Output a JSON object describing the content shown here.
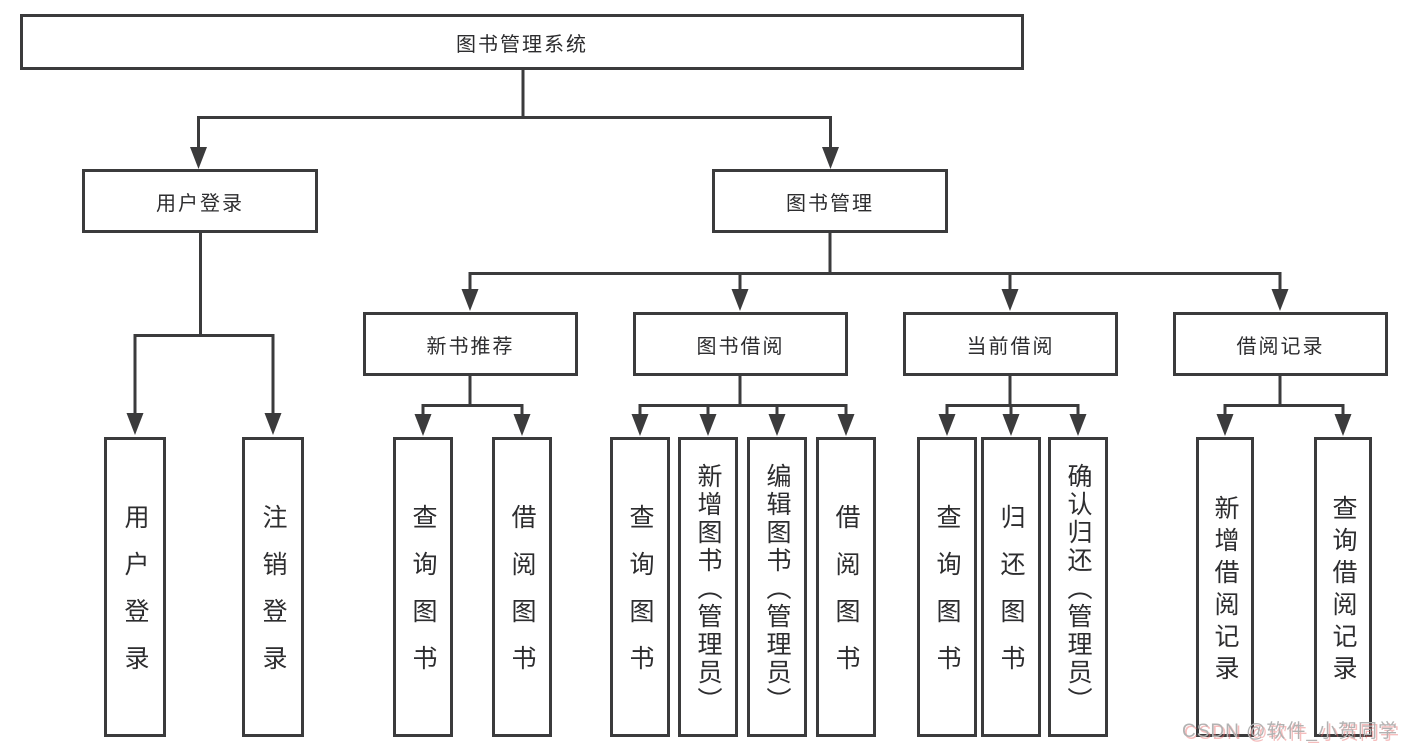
{
  "colors": {
    "background": "#ffffff",
    "line": "#3b3b3c",
    "text": "#2d2d2f",
    "box_background": "#ffffff",
    "watermark": "#b2b2b2"
  },
  "diagram": {
    "root": {
      "label": "图书管理系统"
    },
    "level2": [
      {
        "label": "用户登录"
      },
      {
        "label": "图书管理"
      }
    ],
    "level3": [
      {
        "label": "新书推荐",
        "parent": "图书管理"
      },
      {
        "label": "图书借阅",
        "parent": "图书管理"
      },
      {
        "label": "当前借阅",
        "parent": "图书管理"
      },
      {
        "label": "借阅记录",
        "parent": "图书管理"
      }
    ],
    "leaves": [
      {
        "label": "用户登录",
        "parent": "用户登录"
      },
      {
        "label": "注销登录",
        "parent": "用户登录"
      },
      {
        "label": "查询图书",
        "parent": "新书推荐"
      },
      {
        "label": "借阅图书",
        "parent": "新书推荐"
      },
      {
        "label": "查询图书",
        "parent": "图书借阅"
      },
      {
        "label": "新增图书（管理员）",
        "parent": "图书借阅"
      },
      {
        "label": "编辑图书（管理员）",
        "parent": "图书借阅"
      },
      {
        "label": "借阅图书",
        "parent": "图书借阅"
      },
      {
        "label": "查询图书",
        "parent": "当前借阅"
      },
      {
        "label": "归还图书",
        "parent": "当前借阅"
      },
      {
        "label": "确认归还（管理员）",
        "parent": "当前借阅"
      },
      {
        "label": "新增借阅记录",
        "parent": "借阅记录"
      },
      {
        "label": "查询借阅记录",
        "parent": "借阅记录"
      }
    ]
  },
  "watermark": {
    "text": "CSDN @软件_小贺同学"
  }
}
